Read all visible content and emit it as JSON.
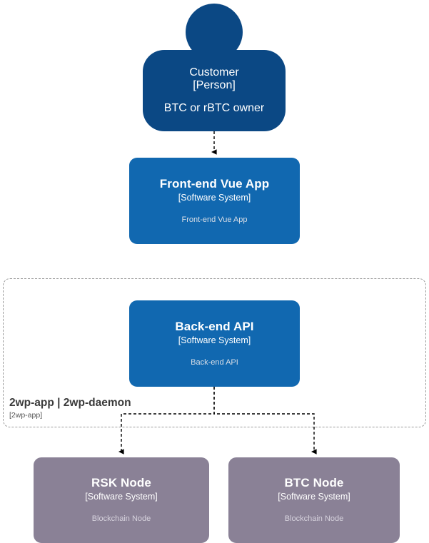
{
  "diagram": {
    "type": "c4-context-diagram",
    "background": "#ffffff",
    "colors": {
      "person": "#0b4884",
      "software_system": "#1168b0",
      "external_node": "#8a8196",
      "boundary_border": "#9a9a9a",
      "edge": "#000000",
      "node_text": "#ffffff",
      "node_description_text": "#d7dde6",
      "boundary_text": "#3a3a3a"
    }
  },
  "nodes": {
    "customer": {
      "title": "Customer",
      "type": "[Person]",
      "description": "BTC or rBTC owner",
      "shape": "person"
    },
    "frontend": {
      "title": "Front-end Vue App",
      "type": "[Software System]",
      "description": "Front-end Vue App",
      "shape": "rounded-box"
    },
    "backend": {
      "title": "Back-end API",
      "type": "[Software System]",
      "description": "Back-end API",
      "shape": "rounded-box"
    },
    "rsk_node": {
      "title": "RSK Node",
      "type": "[Software System]",
      "description": "Blockchain Node",
      "shape": "rounded-box"
    },
    "btc_node": {
      "title": "BTC Node",
      "type": "[Software System]",
      "description": "Blockchain Node",
      "shape": "rounded-box"
    }
  },
  "boundary": {
    "title": "2wp-app | 2wp-daemon",
    "type": "[2wp-app]",
    "style": "dashed"
  },
  "edges": [
    {
      "id": "customer-to-frontend",
      "from": "customer",
      "to": "frontend",
      "label": "",
      "style": "dashed",
      "arrow": "end"
    },
    {
      "id": "backend-to-rsk",
      "from": "backend",
      "to": "rsk_node",
      "label": "",
      "style": "dashed",
      "arrow": "end"
    },
    {
      "id": "backend-to-btc",
      "from": "backend",
      "to": "btc_node",
      "label": "",
      "style": "dashed",
      "arrow": "end"
    }
  ]
}
